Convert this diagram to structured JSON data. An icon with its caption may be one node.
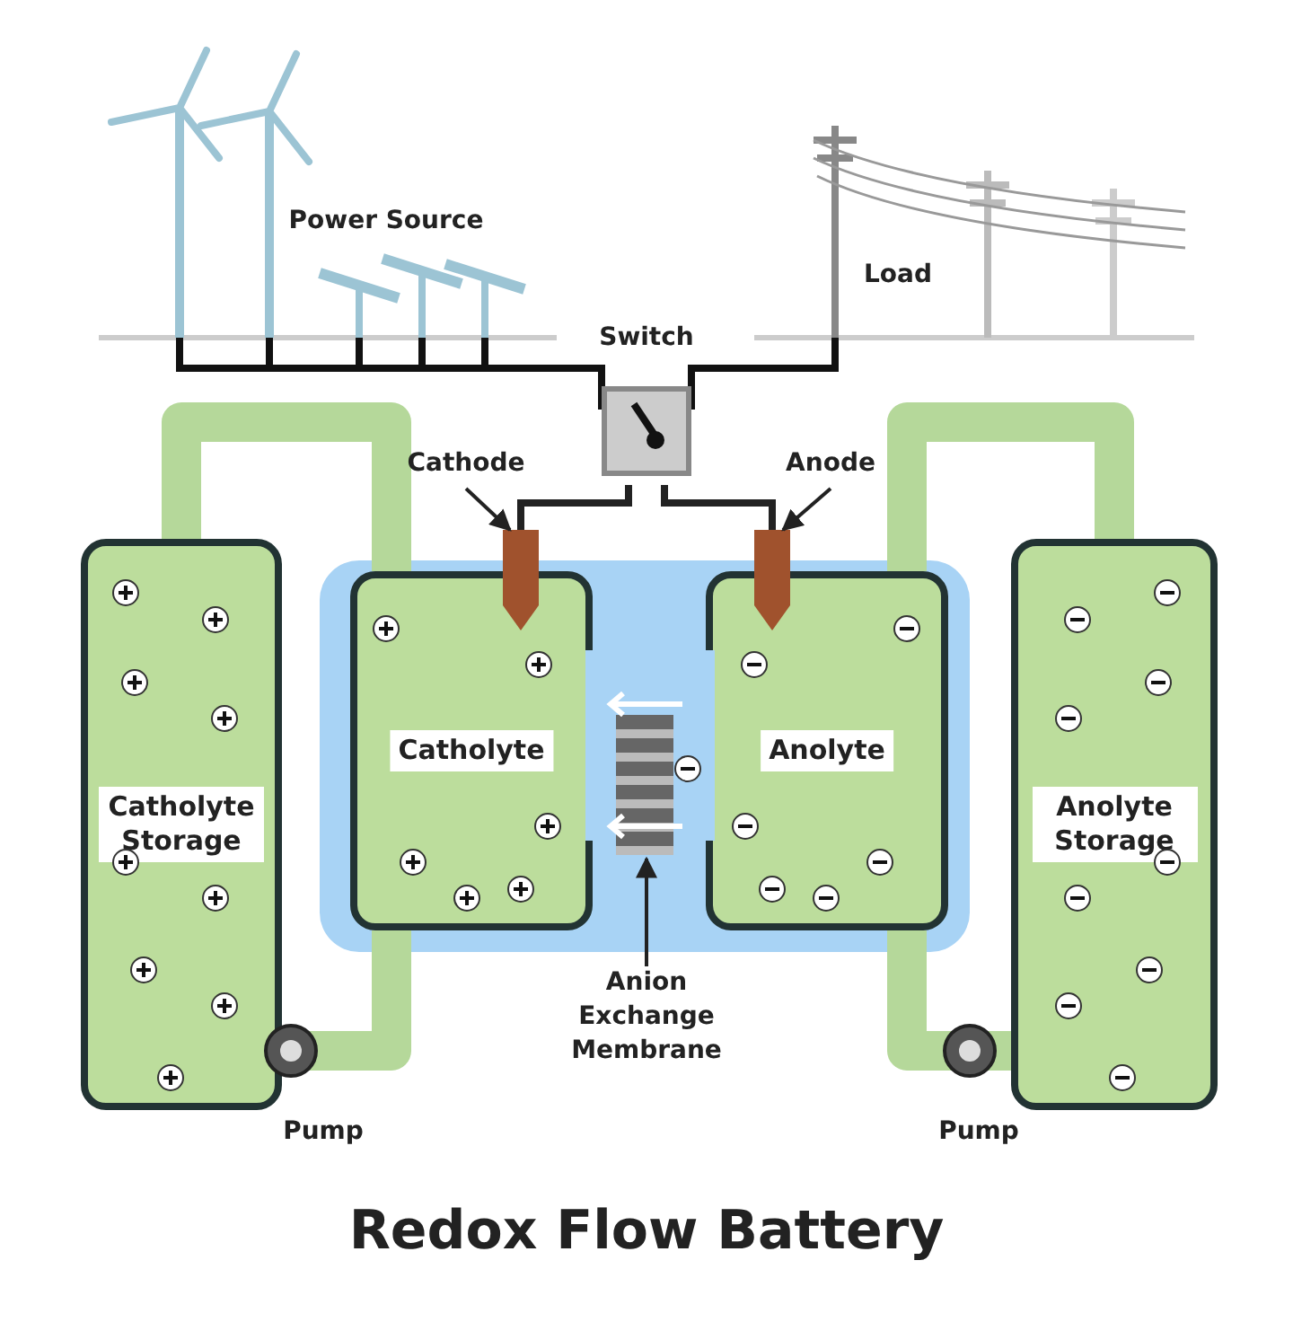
{
  "diagram": {
    "title": "Redox Flow Battery",
    "nodes": [
      {
        "text": [
          "Switch"
        ]
      },
      {
        "text": [
          "Cathode"
        ]
      },
      {
        "text": [],
        "shape": "bar"
      },
      {
        "text": [
          "Anode"
        ]
      },
      {
        "text": [],
        "shape": "bar"
      },
      {
        "text": [
          "Catholyte Storage"
        ]
      },
      {
        "text": [
          "Catholyte"
        ]
      },
      {
        "text": [
          "Anolyte"
        ]
      },
      {
        "text": [
          "Anolyte Storage"
        ]
      },
      {
        "text": [
          "Anion Exchange Membrane"
        ]
      },
      {
        "text": [],
        "shape": "bar"
      }
    ],
    "edges": [
      {
        "from": 0,
        "to": 2,
        "arrow": "none"
      },
      {
        "from": 0,
        "to": 4,
        "arrow": "none"
      },
      {
        "from": 1,
        "to": 2,
        "arrow": "to"
      },
      {
        "from": 3,
        "to": 4,
        "arrow": "to"
      },
      {
        "from": 5,
        "to": 6,
        "arrow": "none",
        "style": "thick",
        "color": "#b5d89a"
      },
      {
        "from": 6,
        "to": 5,
        "arrow": "none",
        "style": "thick",
        "color": "#b5d89a"
      },
      {
        "from": 7,
        "to": 8,
        "arrow": "none",
        "style": "thick",
        "color": "#b5d89a"
      },
      {
        "from": 8,
        "to": 7,
        "arrow": "none",
        "style": "thick",
        "color": "#b5d89a"
      },
      {
        "from": 9,
        "to": 10,
        "arrow": "to"
      }
    ],
    "labels": [
      "Power Source",
      "Load",
      "Pump",
      "Pump"
    ]
  }
}
